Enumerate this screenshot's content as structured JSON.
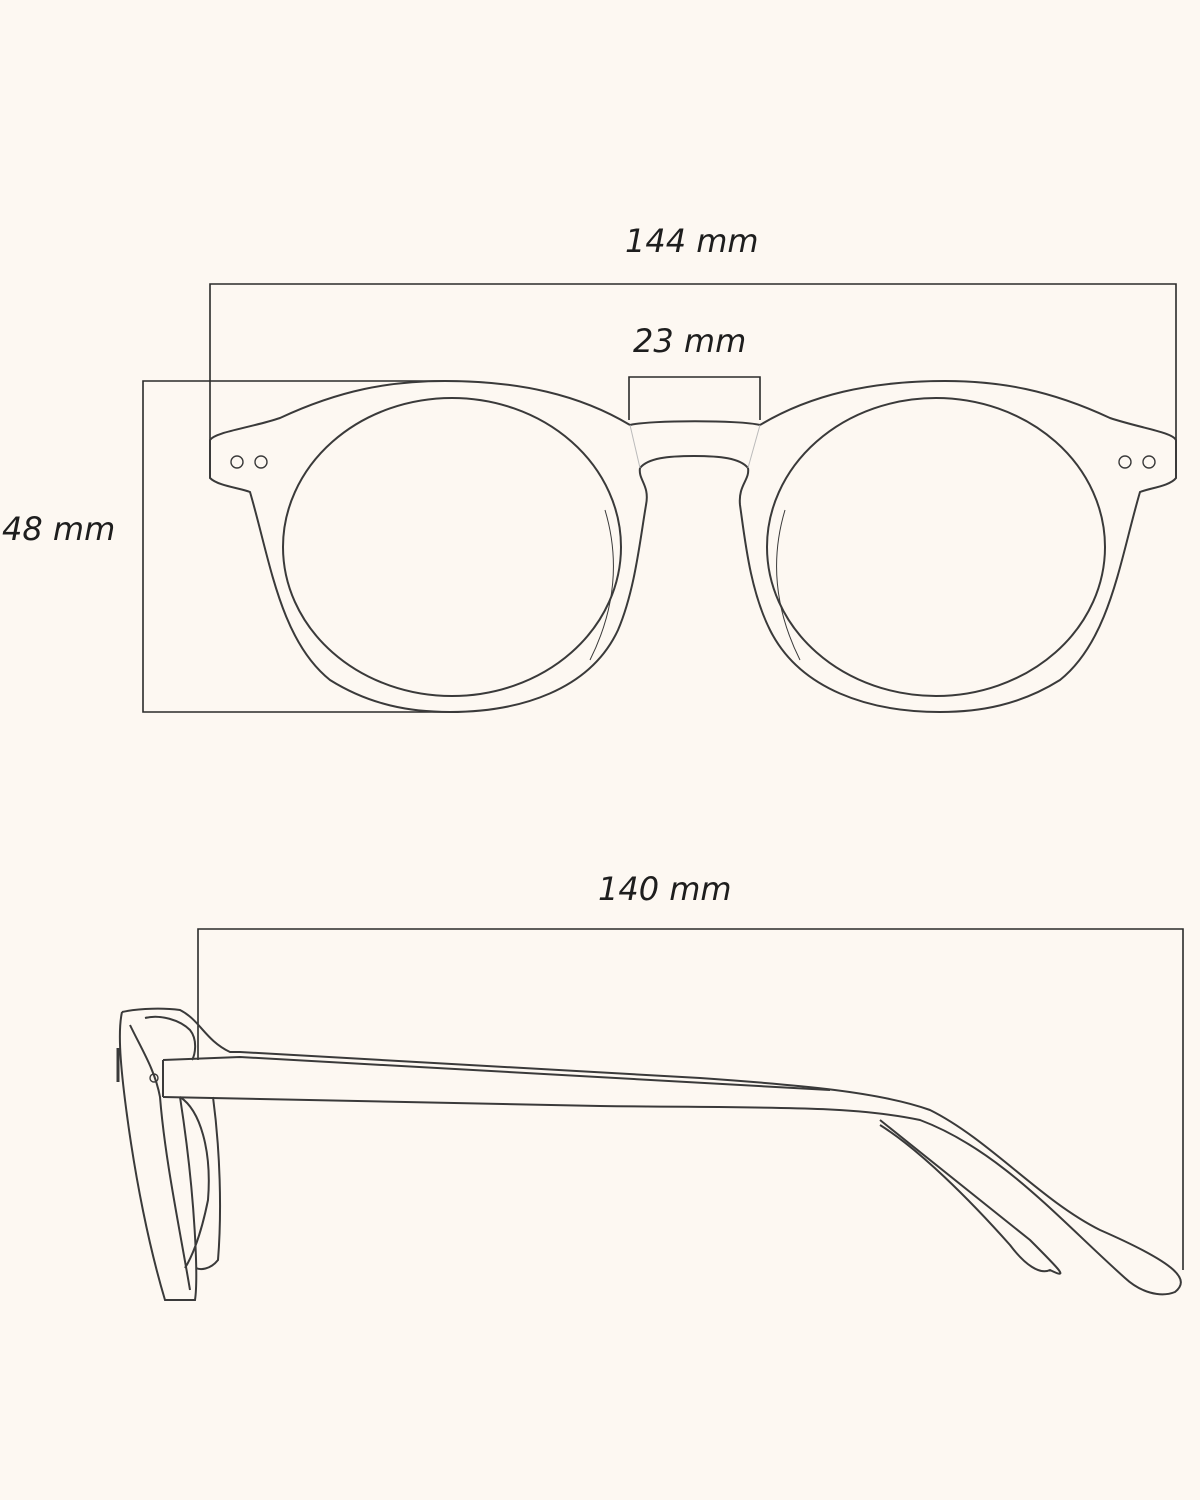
{
  "front_view": {
    "total_width_label": "144 mm",
    "bridge_width_label": "23 mm",
    "lens_height_label": "48 mm"
  },
  "side_view": {
    "temple_length_label": "140 mm"
  },
  "colors": {
    "background": "#fdf8f2",
    "line": "#3a3a3a"
  }
}
